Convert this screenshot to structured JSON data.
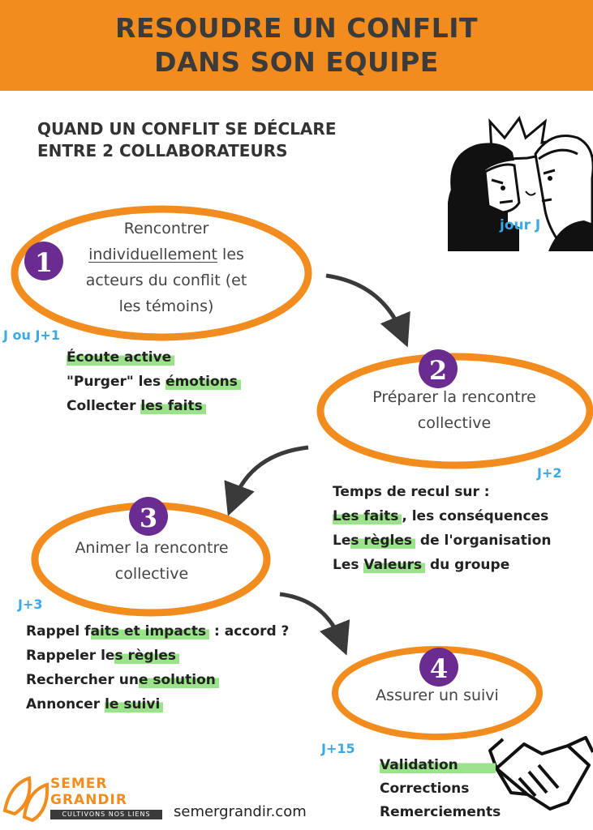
{
  "header": {
    "title_line1": "RESOUDRE UN CONFLIT",
    "title_line2": "DANS SON EQUIPE"
  },
  "subtitle": {
    "line1": "QUAND UN CONFLIT SE DÉCLARE",
    "line2": "ENTRE 2 COLLABORATEURS"
  },
  "illustration": {
    "day_label": "jour J"
  },
  "steps": [
    {
      "number": "1",
      "title_line1": "Rencontrer",
      "title_underlined": "individuellement",
      "title_line2_rest": " les",
      "title_line3": "acteurs du conflit (et",
      "title_line4": "les témoins)",
      "day": "J ou J+1",
      "items": [
        {
          "plain": "",
          "hl": "Écoute active",
          "tail": ""
        },
        {
          "plain": "\"Purger\" les ",
          "hl": "émotions",
          "tail": ""
        },
        {
          "plain": "Collecter ",
          "hl": "les faits",
          "tail": ""
        }
      ]
    },
    {
      "number": "2",
      "title_line1": "Préparer la rencontre",
      "title_line2": "collective",
      "day": "J+2",
      "intro": "Temps de recul sur :",
      "items": [
        {
          "plain": "",
          "hl": "Les faits",
          "tail": ", les conséquences"
        },
        {
          "plain": "Le",
          "hl": "s règles",
          "tail": " de l'organisation"
        },
        {
          "plain": "Les ",
          "hl": "Valeurs",
          "tail": " du groupe"
        }
      ]
    },
    {
      "number": "3",
      "title_line1": "Animer la rencontre",
      "title_line2": "collective",
      "day": "J+3",
      "items": [
        {
          "plain": "Rappel f",
          "hl": "aits et impacts",
          "tail": " : accord ?"
        },
        {
          "plain": "Rappeler le",
          "hl": "s règles",
          "tail": ""
        },
        {
          "plain": "Rechercher un",
          "hl": "e solution",
          "tail": ""
        },
        {
          "plain": "Annoncer ",
          "hl": "le suivi",
          "tail": ""
        }
      ]
    },
    {
      "number": "4",
      "title_line1": "Assurer un suivi",
      "day": "J+15",
      "items": [
        {
          "plain": "",
          "hl": "Validation",
          "tail": ""
        },
        {
          "plain": "Corrections",
          "hl": "",
          "tail": ""
        },
        {
          "plain": "Remerciements",
          "hl": "",
          "tail": ""
        }
      ]
    }
  ],
  "footer": {
    "logo_semer": "SEMER",
    "logo_grandir": "GRANDIR",
    "logo_tagline": "CULTIVONS NOS LIENS",
    "website": "semergrandir.com"
  },
  "colors": {
    "banner": "#f28c1e",
    "ellipse_stroke": "#f28c1e",
    "badge": "#6a2c91",
    "day_label": "#3aa9e6",
    "highlight": "#9be38a"
  }
}
